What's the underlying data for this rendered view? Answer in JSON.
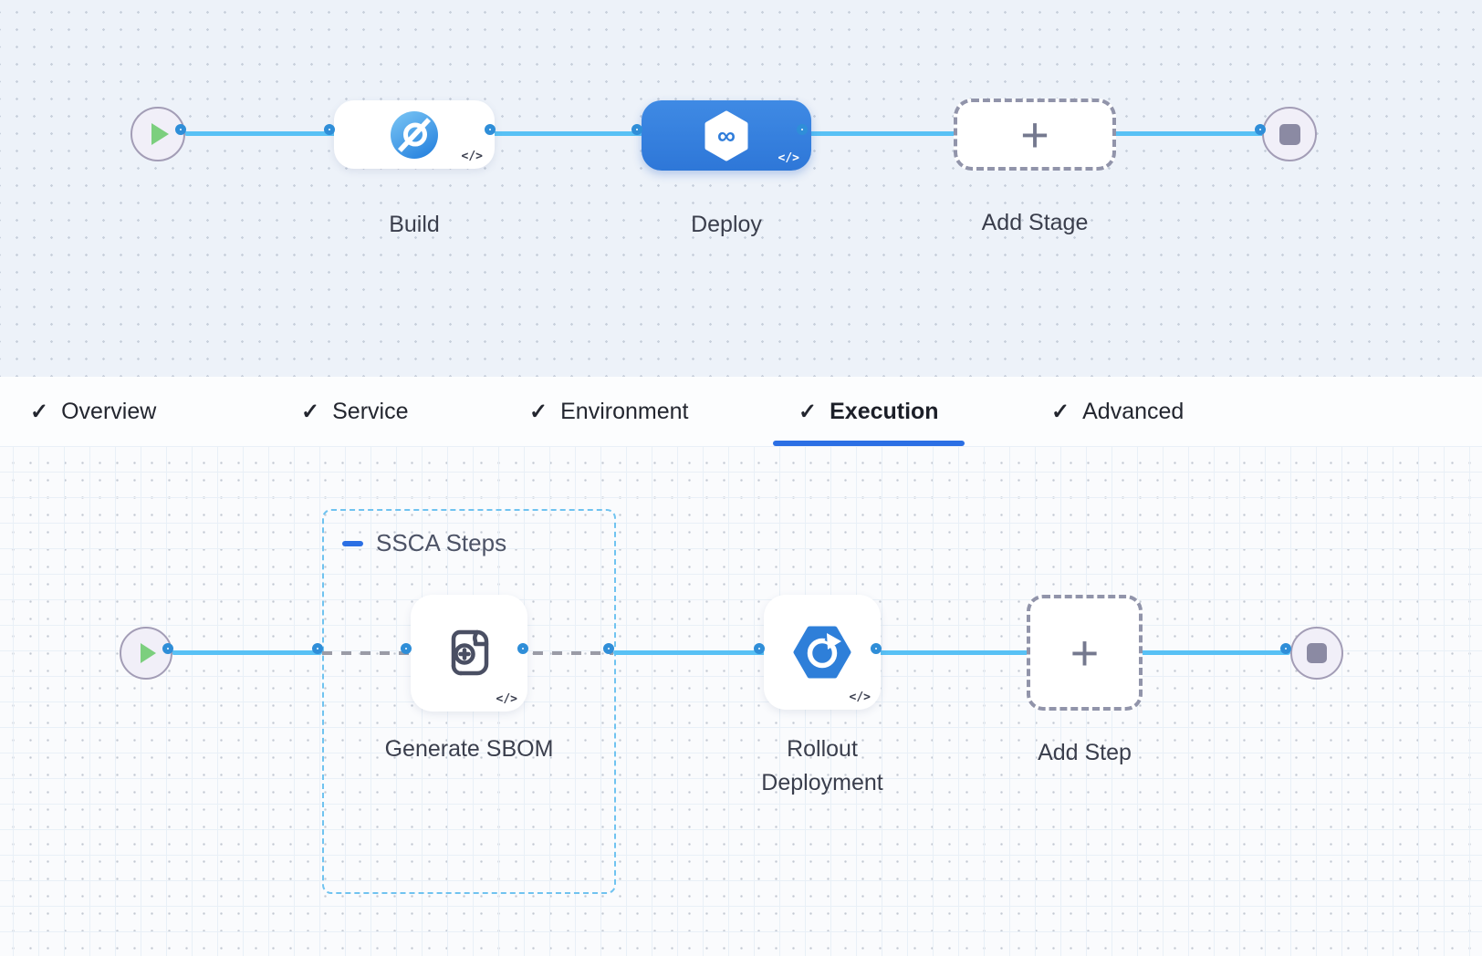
{
  "icons": {
    "code": "</>",
    "check": "✓",
    "plus": "+",
    "infinity": "∞"
  },
  "colors": {
    "accent": "#2b6fe4",
    "connector": "#58c1f5",
    "connector_dot_border": "#2f8ed8",
    "selected_stage_bg": "#2f7cdd",
    "group_border": "#70c3f0",
    "dashed_connector": "#9a9ba6",
    "play_green": "#7ccf7e",
    "stop_gray": "#8b8aa3"
  },
  "top_pipeline": {
    "start": {
      "icon": "play"
    },
    "end": {
      "icon": "stop"
    },
    "stages": [
      {
        "label": "Build",
        "type": "ci-stage",
        "selected": false
      },
      {
        "label": "Deploy",
        "type": "cd-stage",
        "selected": true
      },
      {
        "label": "Add Stage",
        "type": "add-stage",
        "selected": false
      }
    ]
  },
  "tabs": {
    "items": [
      {
        "label": "Overview",
        "checked": true,
        "active": false
      },
      {
        "label": "Service",
        "checked": true,
        "active": false
      },
      {
        "label": "Environment",
        "checked": true,
        "active": false
      },
      {
        "label": "Execution",
        "checked": true,
        "active": true
      },
      {
        "label": "Advanced",
        "checked": true,
        "active": false
      }
    ]
  },
  "execution_flow": {
    "start": {
      "icon": "play"
    },
    "end": {
      "icon": "stop"
    },
    "group": {
      "label": "SSCA Steps"
    },
    "steps": [
      {
        "label": "Generate SBOM",
        "type": "sbom-step",
        "in_group": true
      },
      {
        "label": "Rollout Deployment",
        "type": "rollout-step",
        "in_group": false
      },
      {
        "label": "Add Step",
        "type": "add-step",
        "in_group": false
      }
    ]
  }
}
